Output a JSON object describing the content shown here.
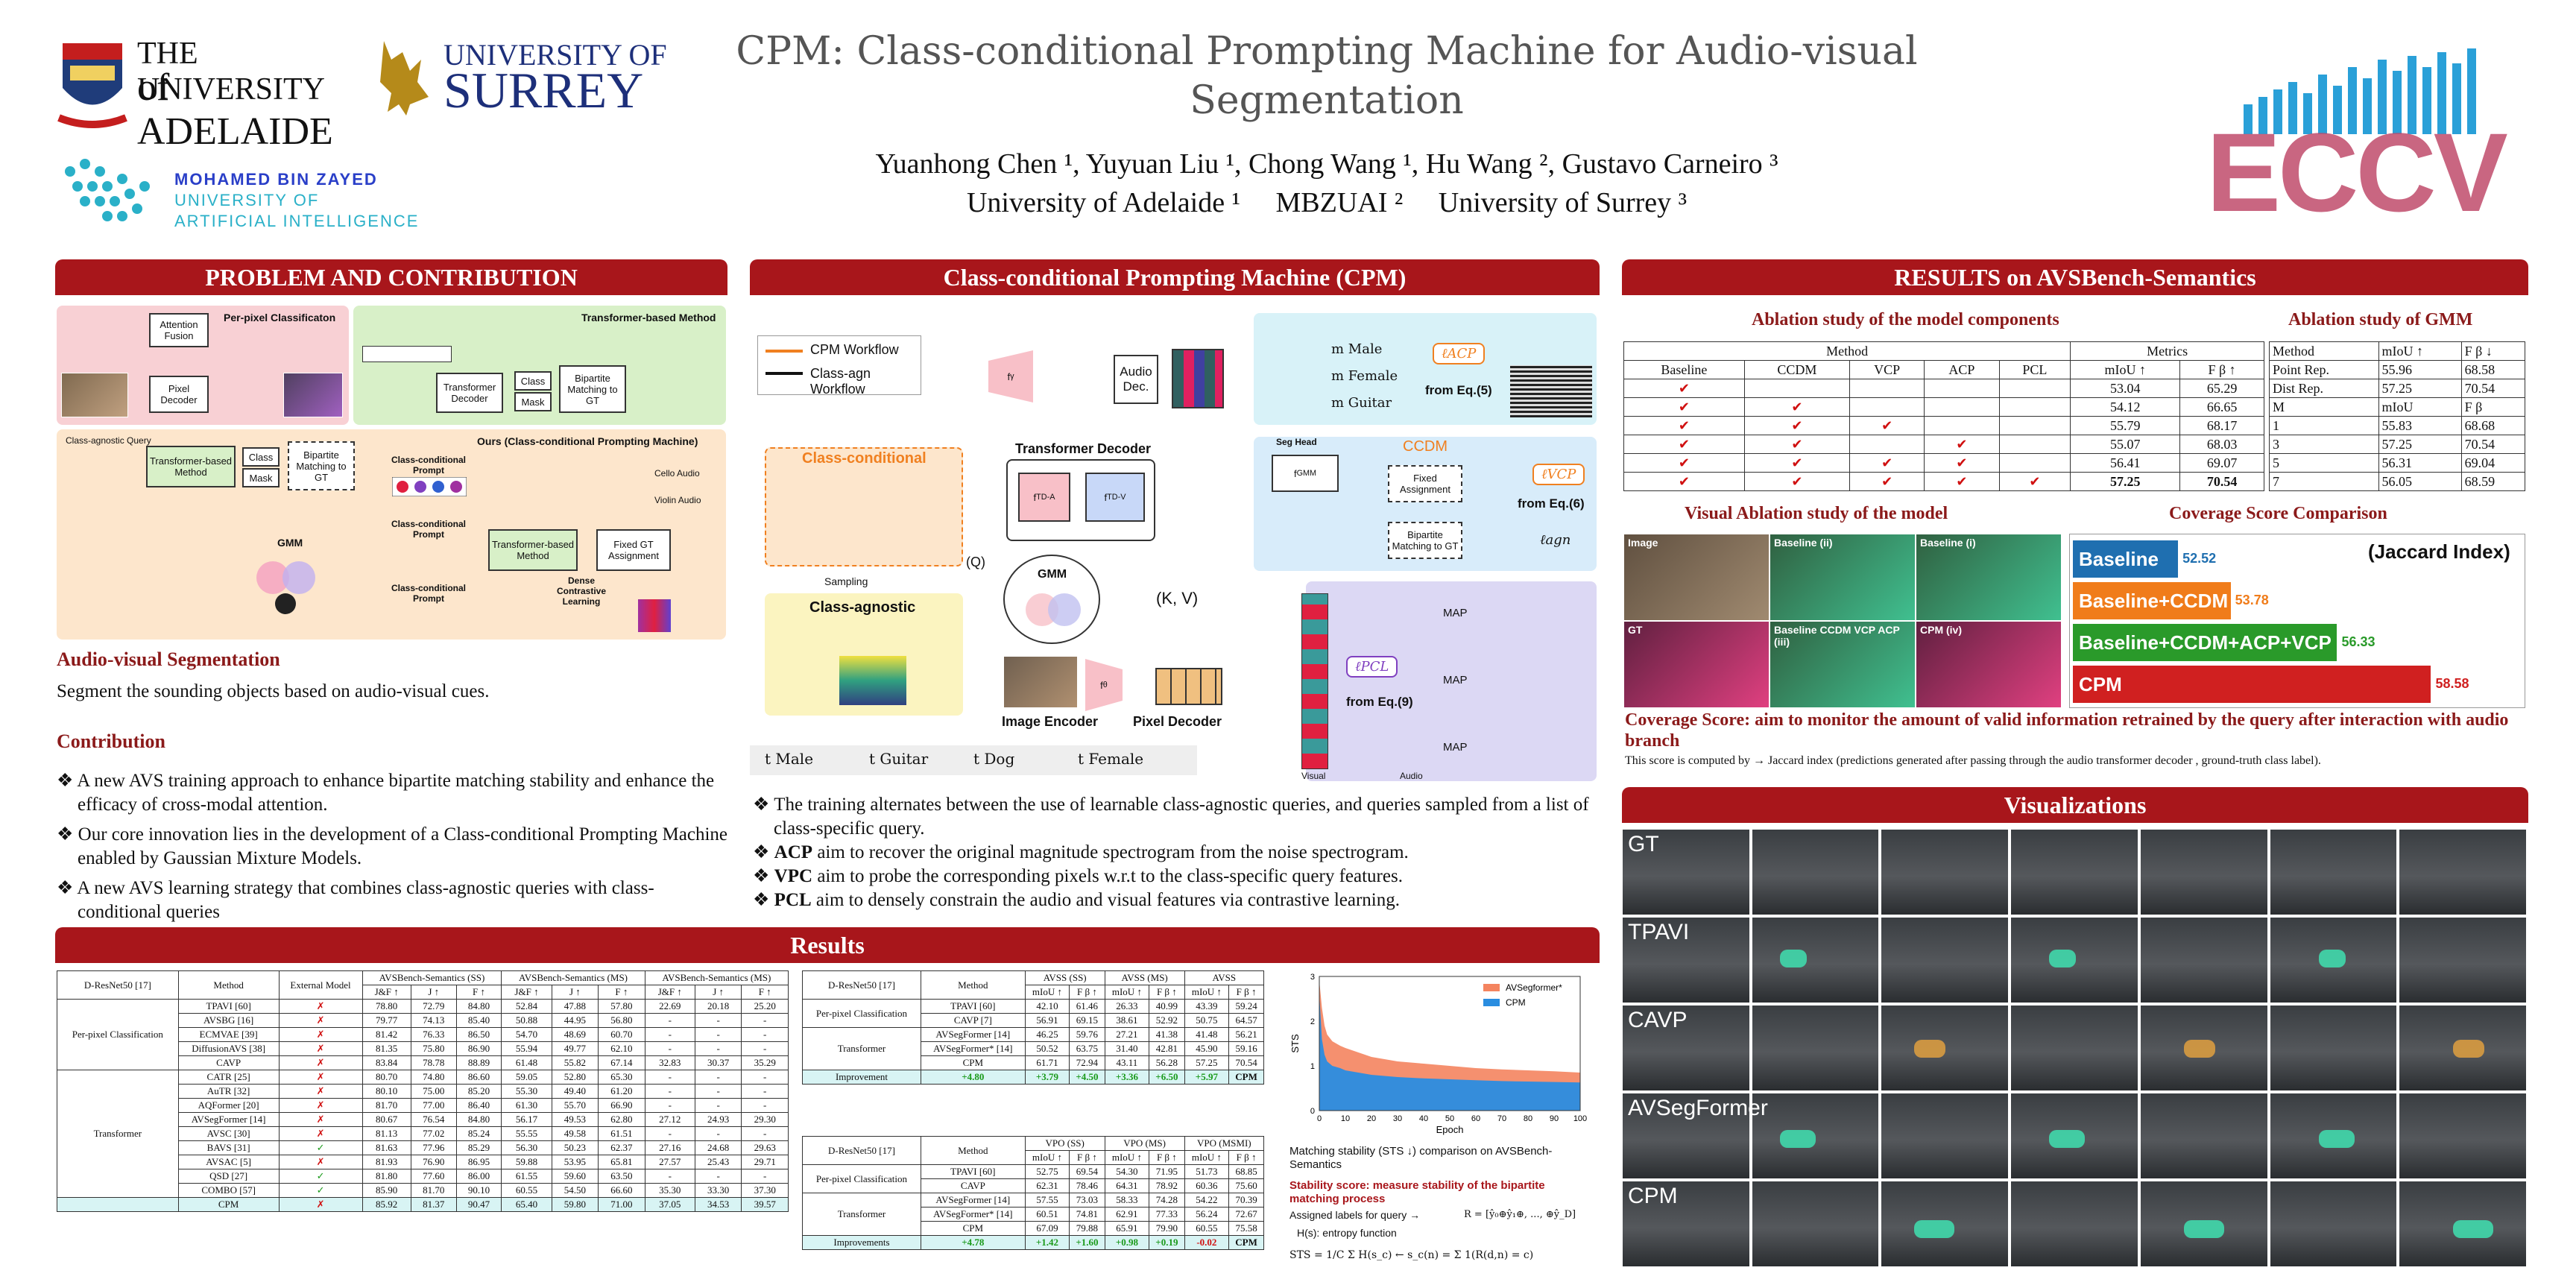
{
  "header": {
    "title_line1": "CPM: Class-conditional Prompting Machine for Audio-visual",
    "title_line2": "Segmentation",
    "authors": "Yuanhong Chen ¹,  Yuyuan Liu ¹,  Chong Wang ¹,  Hu Wang ²,  Gustavo Carneiro ³",
    "affiliations": "University of Adelaide ¹     MBZUAI ²     University of Surrey ³",
    "logo_adelaide_1": "THE UNIVERSITY",
    "logo_adelaide_2": "of ADELAIDE",
    "logo_surrey_1": "UNIVERSITY OF",
    "logo_surrey_2": "SURREY",
    "logo_mbzuai_1": "MOHAMED BIN ZAYED",
    "logo_mbzuai_2": "UNIVERSITY OF",
    "logo_mbzuai_3": "ARTIFICIAL INTELLIGENCE",
    "logo_eccv": "ECCV"
  },
  "sections": {
    "problem": "PROBLEM AND CONTRIBUTION",
    "cpm": "Class-conditional Prompting Machine (CPM)",
    "results_right": "RESULTS on AVSBench-Semantics",
    "results": "Results",
    "visualizations": "Visualizations"
  },
  "problem": {
    "diag_per_pixel": "Per-pixel Classificaton",
    "diag_transformer": "Transformer-based Method",
    "diag_ours": "Ours (Class-conditional Prompting Machine)",
    "attention_fusion": "Attention Fusion",
    "pixel_decoder": "Pixel Decoder",
    "transformer_decoder": "Transformer Decoder",
    "class_label": "Class",
    "mask_label": "Mask",
    "bipartite": "Bipartite Matching to GT",
    "class_agnostic_query": "Class-agnostic Query",
    "transformer_based": "Transformer-based Method",
    "gmm": "GMM",
    "cc_prompt": "Class-conditional Prompt",
    "fixed_gt": "Fixed GT Assignment",
    "dense_contrastive": "Dense Contrastive Learning",
    "cello_audio": "Cello Audio",
    "violin_audio": "Violin Audio",
    "avs_title": "Audio-visual Segmentation",
    "avs_text": "Segment the sounding objects based on audio-visual cues.",
    "contrib_title": "Contribution",
    "contrib": [
      "A new AVS training approach to enhance bipartite matching stability and enhance the efficacy of cross-modal attention.",
      "Our core innovation lies in the development of a Class-conditional Prompting Machine enabled by Gaussian Mixture Models.",
      "A new AVS learning strategy that combines class-agnostic queries with class-conditional queries"
    ]
  },
  "cpm": {
    "legend_cpm": "CPM Workflow",
    "legend_agn": "Class-agn Workflow",
    "class_conditional": "Class-conditional",
    "class_agnostic": "Class-agnostic",
    "sampling": "Sampling",
    "transformer_decoder": "Transformer Decoder",
    "gmm": "GMM",
    "image_encoder": "Image Encoder",
    "pixel_decoder": "Pixel Decoder",
    "audio_dec": "Audio Dec.",
    "ccdm": "CCDM",
    "seg_head": "Seg Head",
    "fixed_assignment": "Fixed Assignment",
    "bipartite": "Bipartite Matching to GT",
    "from_eq5": "from Eq.(5)",
    "from_eq6": "from Eq.(6)",
    "from_eq9": "from Eq.(9)",
    "acp": "ℓACP",
    "vcp": "ℓVCP",
    "pcl": "ℓPCL",
    "agn": "ℓagn",
    "kv": "(K, V)",
    "q": "(Q)",
    "map": "MAP",
    "visual": "Visual",
    "audio": "Audio",
    "male": "m Male",
    "female": "m Female",
    "guitar": "m Guitar",
    "tokens": [
      "t Male",
      "t Guitar",
      "t Dog",
      "t Female"
    ],
    "bullets": [
      {
        "bold": "",
        "text": "The training alternates between the use of learnable class-agnostic queries, and queries sampled from a list of class-specific query."
      },
      {
        "bold": "ACP",
        "text": " aim to recover the original magnitude spectrogram from the noise spectrogram."
      },
      {
        "bold": "VPC",
        "text": " aim to probe the corresponding pixels w.r.t to the class-specific query features."
      },
      {
        "bold": "PCL",
        "text": " aim to densely constrain the audio and visual features via contrastive learning."
      }
    ]
  },
  "ablation": {
    "title": "Ablation study of the model components",
    "method_header": "Method",
    "metrics_header": "Metrics",
    "cols": [
      "Baseline",
      "CCDM",
      "VCP",
      "ACP",
      "PCL",
      "mIoU ↑",
      "F β ↑"
    ],
    "rows": [
      [
        1,
        0,
        0,
        0,
        0,
        "53.04",
        "65.29"
      ],
      [
        1,
        1,
        0,
        0,
        0,
        "54.12",
        "66.65"
      ],
      [
        1,
        1,
        1,
        0,
        0,
        "55.79",
        "68.17"
      ],
      [
        1,
        1,
        0,
        1,
        0,
        "55.07",
        "68.03"
      ],
      [
        1,
        1,
        1,
        1,
        0,
        "56.41",
        "69.07"
      ],
      [
        1,
        1,
        1,
        1,
        1,
        "57.25",
        "70.54"
      ]
    ]
  },
  "gmm_ablation": {
    "title": "Ablation study of GMM",
    "header1": [
      "Method",
      "mIoU ↑",
      "F β ↓"
    ],
    "rows1": [
      [
        "Point Rep.",
        "55.96",
        "68.58"
      ],
      [
        "Dist Rep.",
        "57.25",
        "70.54"
      ]
    ],
    "header2": [
      "M",
      "mIoU",
      "F β"
    ],
    "rows2": [
      [
        "1",
        "55.83",
        "68.68"
      ],
      [
        "3",
        "57.25",
        "70.54"
      ],
      [
        "5",
        "56.31",
        "69.04"
      ],
      [
        "7",
        "56.05",
        "68.59"
      ]
    ]
  },
  "visual_ablation": {
    "title": "Visual Ablation study of the model",
    "labels": [
      "Image",
      "Baseline (ii)",
      "Baseline (i)",
      "GT",
      "Baseline CCDM VCP ACP (iii)",
      "CPM (iv)"
    ]
  },
  "coverage": {
    "title": "Coverage Score Comparison",
    "legend": "(Jaccard Index)",
    "caption": "Coverage Score: aim to monitor the amount of valid information retrained by the query after interaction with audio branch",
    "note": "This score is computed by → Jaccard index (predictions generated after passing through the audio transformer decoder , ground-truth class label).",
    "bars": [
      {
        "label": "Baseline",
        "value": 52.52,
        "display": "52.52",
        "color": "#1f6fb0"
      },
      {
        "label": "Baseline+CCDM",
        "value": 53.78,
        "display": "53.78",
        "color": "#f07c1a"
      },
      {
        "label": "Baseline+CCDM+ACP+VCP",
        "value": 56.33,
        "display": "56.33",
        "color": "#2a9a2a"
      },
      {
        "label": "CPM",
        "value": 58.58,
        "display": "58.58",
        "color": "#d02020"
      }
    ]
  },
  "visualizations": {
    "rows": [
      "GT",
      "TPAVI",
      "CAVP",
      "AVSegFormer",
      "CPM"
    ]
  },
  "table_main": {
    "backbone": "D-ResNet50 [17]",
    "headers": [
      "Method",
      "External Model",
      "AVSBench-Semantics (SS)",
      "AVSBench-Semantics (MS)",
      "AVSBench-Semantics (MS)"
    ],
    "subheaders": [
      "J&F ↑",
      "J ↑",
      "F ↑",
      "J&F ↑",
      "J ↑",
      "F ↑",
      "J&F ↑",
      "J ↑",
      "F ↑"
    ],
    "group1": "Per-pixel Classification",
    "group2": "Transformer",
    "rows1": [
      [
        "TPAVI [60]",
        "✗",
        "78.80",
        "72.79",
        "84.80",
        "52.84",
        "47.88",
        "57.80",
        "22.69",
        "20.18",
        "25.20"
      ],
      [
        "AVSBG [16]",
        "✗",
        "79.77",
        "74.13",
        "85.40",
        "50.88",
        "44.95",
        "56.80",
        "-",
        "-",
        "-"
      ],
      [
        "ECMVAE [39]",
        "✗",
        "81.42",
        "76.33",
        "86.50",
        "54.70",
        "48.69",
        "60.70",
        "-",
        "-",
        "-"
      ],
      [
        "DiffusionAVS [38]",
        "✗",
        "81.35",
        "75.80",
        "86.90",
        "55.94",
        "49.77",
        "62.10",
        "-",
        "-",
        "-"
      ],
      [
        "CAVP",
        "✗",
        "83.84",
        "78.78",
        "88.89",
        "61.48",
        "55.82",
        "67.14",
        "32.83",
        "30.37",
        "35.29"
      ]
    ],
    "rows2": [
      [
        "CATR [25]",
        "✗",
        "80.70",
        "74.80",
        "86.60",
        "59.05",
        "52.80",
        "65.30",
        "-",
        "-",
        "-"
      ],
      [
        "AuTR [32]",
        "✗",
        "80.10",
        "75.00",
        "85.20",
        "55.30",
        "49.40",
        "61.20",
        "-",
        "-",
        "-"
      ],
      [
        "AQFormer [20]",
        "✗",
        "81.70",
        "77.00",
        "86.40",
        "61.30",
        "55.70",
        "66.90",
        "-",
        "-",
        "-"
      ],
      [
        "AVSegFormer [14]",
        "✗",
        "80.67",
        "76.54",
        "84.80",
        "56.17",
        "49.53",
        "62.80",
        "27.12",
        "24.93",
        "29.30"
      ],
      [
        "AVSC [30]",
        "✗",
        "81.13",
        "77.02",
        "85.24",
        "55.55",
        "49.58",
        "61.51",
        "-",
        "-",
        "-"
      ],
      [
        "BAVS [31]",
        "✓",
        "81.63",
        "77.96",
        "85.29",
        "56.30",
        "50.23",
        "62.37",
        "27.16",
        "24.68",
        "29.63"
      ],
      [
        "AVSAC [5]",
        "✗",
        "81.93",
        "76.90",
        "86.95",
        "59.88",
        "53.95",
        "65.81",
        "27.57",
        "25.43",
        "29.71"
      ],
      [
        "QSD [27]",
        "✓",
        "81.80",
        "77.60",
        "86.00",
        "61.55",
        "59.60",
        "63.50",
        "-",
        "-",
        "-"
      ],
      [
        "COMBO [57]",
        "✓",
        "85.90",
        "81.70",
        "90.10",
        "60.55",
        "54.50",
        "66.60",
        "35.30",
        "33.30",
        "37.30"
      ]
    ],
    "cpm": [
      "CPM",
      "✗",
      "85.92",
      "81.37",
      "90.47",
      "65.40",
      "59.80",
      "71.00",
      "37.05",
      "34.53",
      "39.57"
    ]
  },
  "table_avss": {
    "backbone": "D-ResNet50 [17]",
    "method": "Method",
    "headers": [
      "AVSS (SS)",
      "AVSS (MS)",
      "AVSS"
    ],
    "subheaders": [
      "mIoU ↑",
      "F β ↑",
      "mIoU ↑",
      "F β ↑",
      "mIoU ↑",
      "F β ↑"
    ],
    "group1": "Per-pixel Classification",
    "group2": "Transformer",
    "rows1": [
      [
        "TPAVI [60]",
        "42.10",
        "61.46",
        "26.33",
        "40.99",
        "43.39",
        "59.24"
      ],
      [
        "CAVP [7]",
        "56.91",
        "69.15",
        "38.61",
        "52.92",
        "50.75",
        "64.57"
      ]
    ],
    "rows2": [
      [
        "AVSegFormer [14]",
        "46.25",
        "59.76",
        "27.21",
        "41.38",
        "41.48",
        "56.21"
      ],
      [
        "AVSegFormer* [14]",
        "50.52",
        "63.75",
        "31.40",
        "42.81",
        "45.90",
        "59.16"
      ],
      [
        "CPM",
        "61.71",
        "72.94",
        "43.11",
        "56.28",
        "57.25",
        "70.54"
      ]
    ],
    "improvement": [
      "Improvement",
      "+4.80",
      "+3.79",
      "+4.50",
      "+3.36",
      "+6.50",
      "+5.97"
    ],
    "cpm_label": "CPM"
  },
  "table_vpo": {
    "backbone": "D-ResNet50 [17]",
    "method": "Method",
    "headers": [
      "VPO (SS)",
      "VPO (MS)",
      "VPO (MSMI)"
    ],
    "subheaders": [
      "mIoU ↑",
      "F β ↑",
      "mIoU ↑",
      "F β ↑",
      "mIoU ↑",
      "F β ↑"
    ],
    "group1": "Per-pixel Classification",
    "group2": "Transformer",
    "rows1": [
      [
        "TPAVI [60]",
        "52.75",
        "69.54",
        "54.30",
        "71.95",
        "51.73",
        "68.85"
      ],
      [
        "CAVP",
        "62.31",
        "78.46",
        "64.31",
        "78.92",
        "60.36",
        "75.60"
      ]
    ],
    "rows2": [
      [
        "AVSegFormer [14]",
        "57.55",
        "73.03",
        "58.33",
        "74.28",
        "54.22",
        "70.39"
      ],
      [
        "AVSegFormer* [14]",
        "60.51",
        "74.81",
        "62.91",
        "77.33",
        "56.24",
        "72.67"
      ],
      [
        "CPM",
        "67.09",
        "79.88",
        "65.91",
        "79.90",
        "60.55",
        "75.58"
      ]
    ],
    "improvement": [
      "Improvements",
      "+4.78",
      "+1.42",
      "+1.60",
      "+0.98",
      "+0.19",
      "-0.02"
    ],
    "cpm_label": "CPM"
  },
  "chart_data": {
    "type": "area",
    "xlabel": "Epoch",
    "ylabel": "STS",
    "xlim": [
      0,
      100
    ],
    "ylim": [
      0,
      3
    ],
    "xticks": [
      0,
      10,
      20,
      30,
      40,
      50,
      60,
      70,
      80,
      90,
      100
    ],
    "yticks": [
      0,
      1,
      2,
      3
    ],
    "series": [
      {
        "name": "AVSegformer*",
        "color": "#f4845f",
        "x": [
          0,
          1,
          2,
          3,
          5,
          8,
          10,
          15,
          20,
          30,
          40,
          50,
          60,
          70,
          80,
          90,
          100
        ],
        "values": [
          2.9,
          2.3,
          1.9,
          1.7,
          1.55,
          1.45,
          1.4,
          1.3,
          1.2,
          1.1,
          1.05,
          1.0,
          0.95,
          0.92,
          0.9,
          0.88,
          0.85
        ]
      },
      {
        "name": "CPM",
        "color": "#2a8de0",
        "x": [
          0,
          1,
          2,
          3,
          5,
          8,
          10,
          15,
          20,
          30,
          40,
          50,
          60,
          70,
          80,
          90,
          100
        ],
        "values": [
          2.6,
          1.6,
          1.25,
          1.1,
          1.0,
          0.95,
          0.9,
          0.85,
          0.8,
          0.75,
          0.72,
          0.7,
          0.68,
          0.66,
          0.65,
          0.64,
          0.63
        ]
      }
    ],
    "caption": "Matching stability (STS ↓) comparison on AVSBench-Semantics",
    "stability_title": "Stability score: measure stability of the bipartite matching process",
    "assigned": "Assigned labels for query →",
    "entropy": "H(s): entropy function",
    "formula_r": "R = [ŷ₀⊕ŷ₁⊕, ..., ⊕ŷ_D]",
    "formula_sts": "STS = 1/C Σ H(s_c) ← s_c(n) = Σ 1(R(d,n) = c)"
  }
}
